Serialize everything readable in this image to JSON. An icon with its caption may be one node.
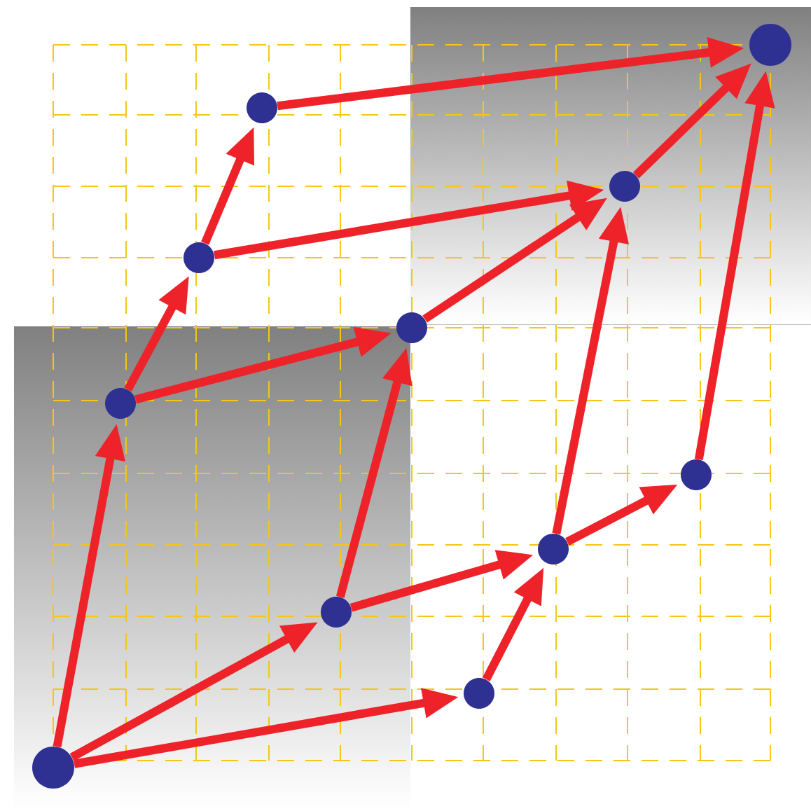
{
  "diagram": {
    "nodes": [
      {
        "text": [],
        "shape": "circle"
      },
      {
        "text": [],
        "shape": "circle"
      },
      {
        "text": [],
        "shape": "circle"
      },
      {
        "text": [],
        "shape": "circle"
      },
      {
        "text": [],
        "shape": "circle"
      },
      {
        "text": [],
        "shape": "circle"
      },
      {
        "text": [],
        "shape": "circle"
      },
      {
        "text": [],
        "shape": "circle"
      },
      {
        "text": [],
        "shape": "circle"
      },
      {
        "text": [],
        "shape": "circle"
      },
      {
        "text": [],
        "shape": "circle"
      }
    ],
    "edges": [
      {
        "from": 0,
        "to": 3,
        "arrow": "to"
      },
      {
        "from": 0,
        "to": 1,
        "arrow": "to"
      },
      {
        "from": 0,
        "to": 2,
        "arrow": "to"
      },
      {
        "from": 3,
        "to": 7,
        "arrow": "to"
      },
      {
        "from": 3,
        "to": 4,
        "arrow": "to"
      },
      {
        "from": 1,
        "to": 4,
        "arrow": "to"
      },
      {
        "from": 1,
        "to": 5,
        "arrow": "to"
      },
      {
        "from": 2,
        "to": 5,
        "arrow": "to"
      },
      {
        "from": 7,
        "to": 9,
        "arrow": "to"
      },
      {
        "from": 7,
        "to": 8,
        "arrow": "to"
      },
      {
        "from": 4,
        "to": 8,
        "arrow": "to"
      },
      {
        "from": 5,
        "to": 8,
        "arrow": "to"
      },
      {
        "from": 5,
        "to": 6,
        "arrow": "to"
      },
      {
        "from": 6,
        "to": 10,
        "arrow": "to"
      },
      {
        "from": 9,
        "to": 10,
        "arrow": "to"
      },
      {
        "from": 8,
        "to": 10,
        "arrow": "to"
      }
    ]
  }
}
